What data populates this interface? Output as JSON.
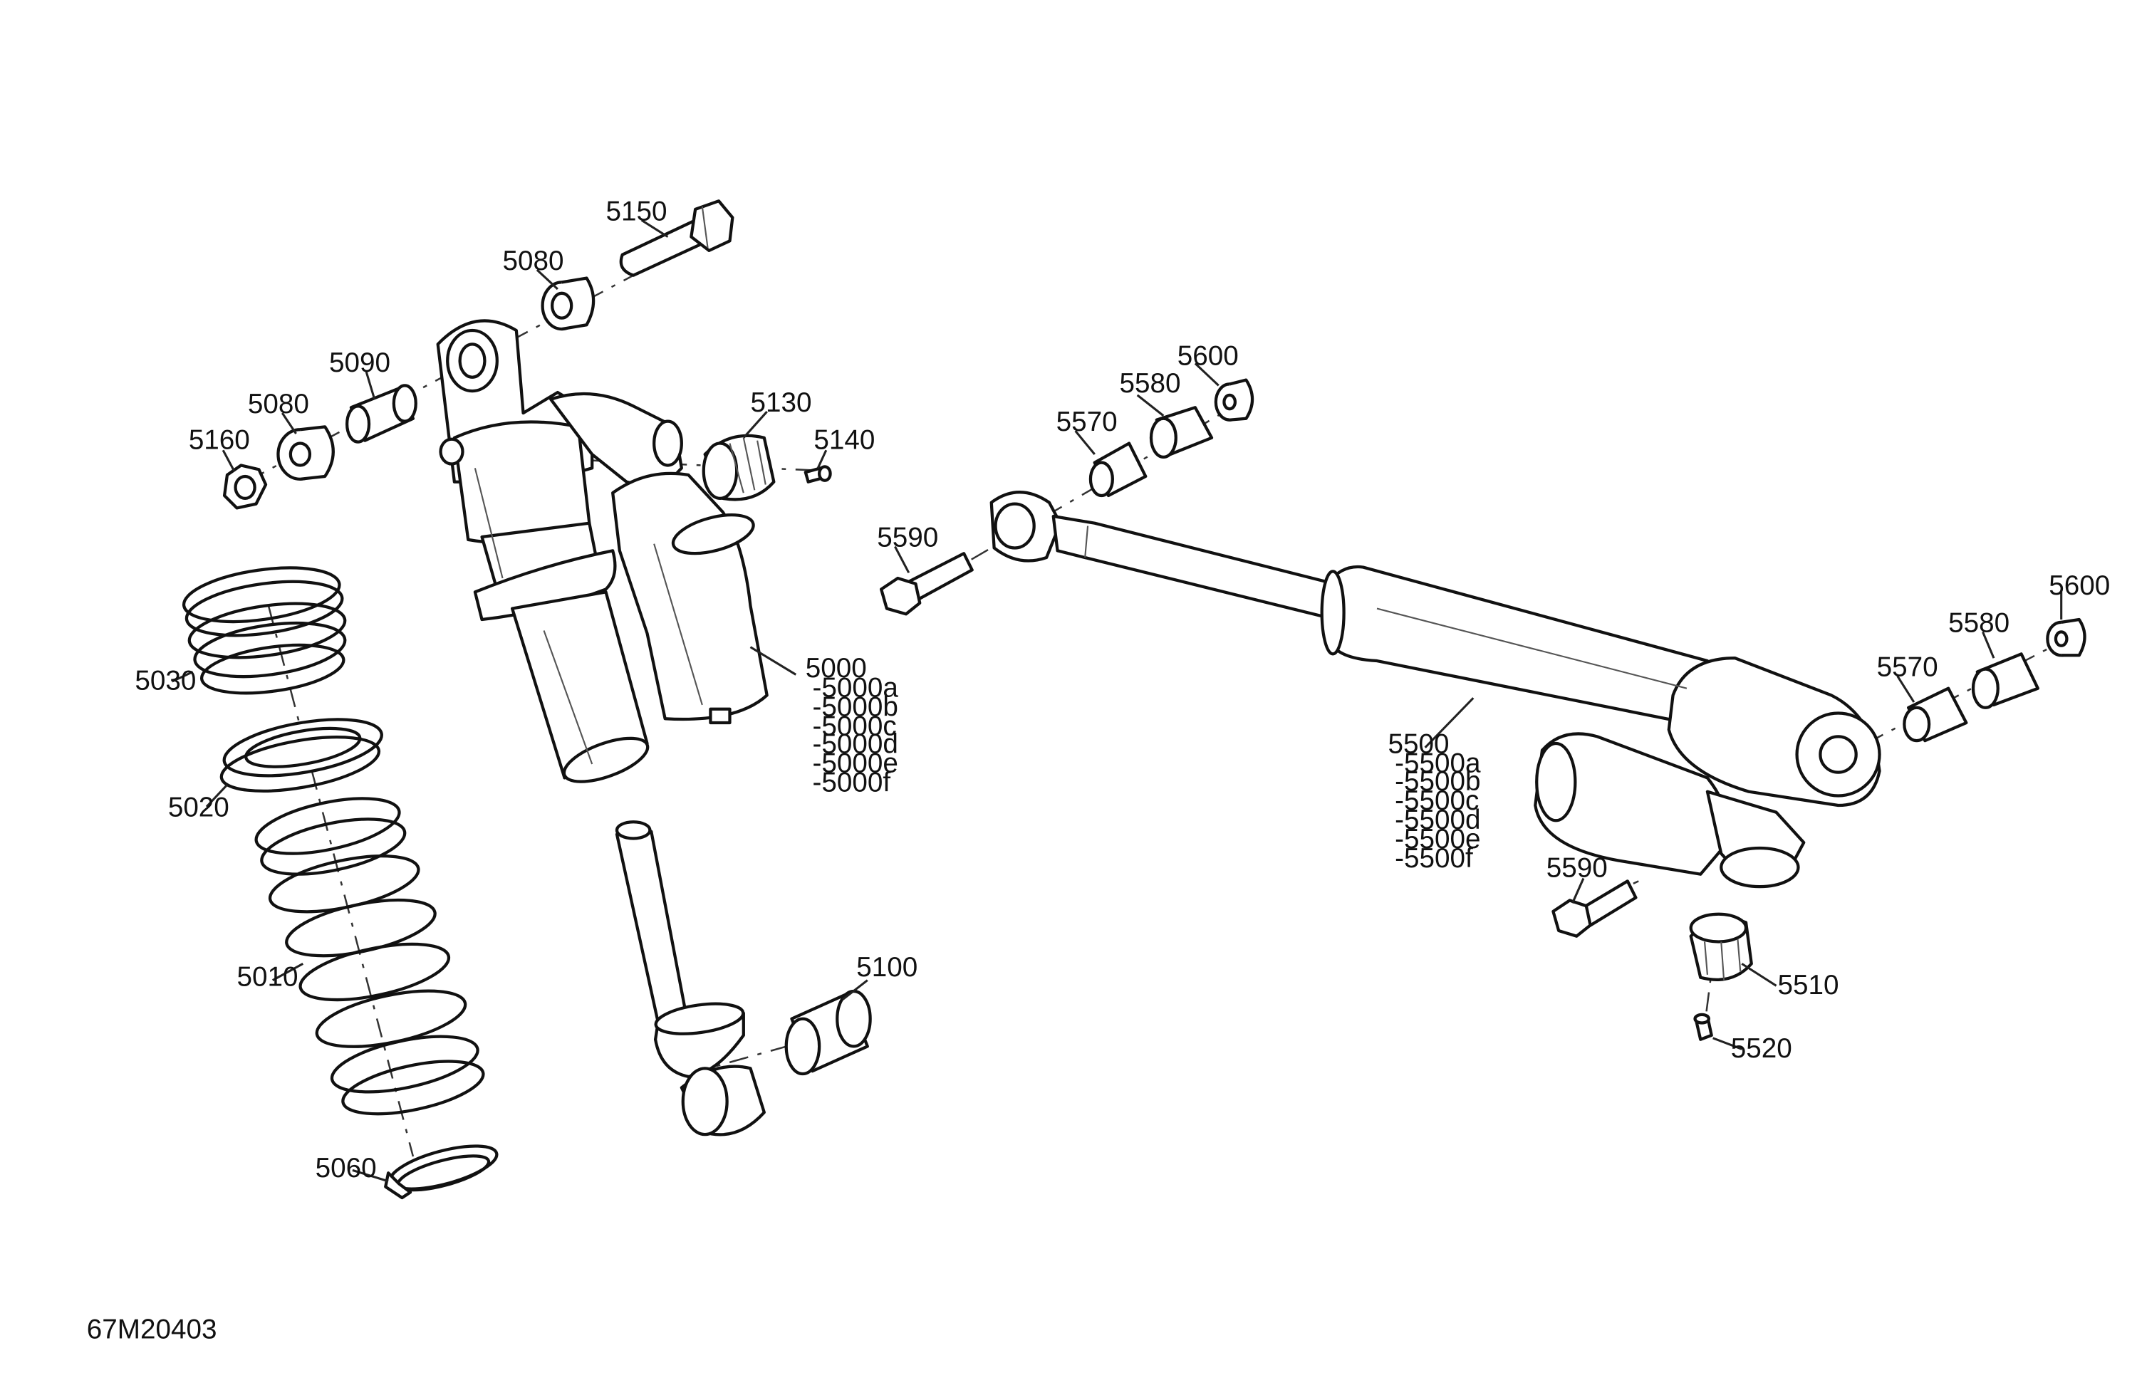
{
  "diagram_code": "67M20403",
  "callouts": {
    "p5150": "5150",
    "p5080_top": "5080",
    "p5090": "5090",
    "p5080_left": "5080",
    "p5160": "5160",
    "p5130": "5130",
    "p5140": "5140",
    "p5030": "5030",
    "p5020": "5020",
    "p5010": "5010",
    "p5060": "5060",
    "p5100": "5100",
    "p5000": [
      "5000",
      "-5000a",
      "-5000b",
      "-5000c",
      "-5000d",
      "-5000e",
      "-5000f"
    ],
    "p5600_left": "5600",
    "p5580_left": "5580",
    "p5570_left": "5570",
    "p5590_left": "5590",
    "p5600_right": "5600",
    "p5580_right": "5580",
    "p5570_right": "5570",
    "p5500": [
      "5500",
      "-5500a",
      "-5500b",
      "-5500c",
      "-5500d",
      "-5500e",
      "-5500f"
    ],
    "p5590_right": "5590",
    "p5510": "5510",
    "p5520": "5520"
  }
}
